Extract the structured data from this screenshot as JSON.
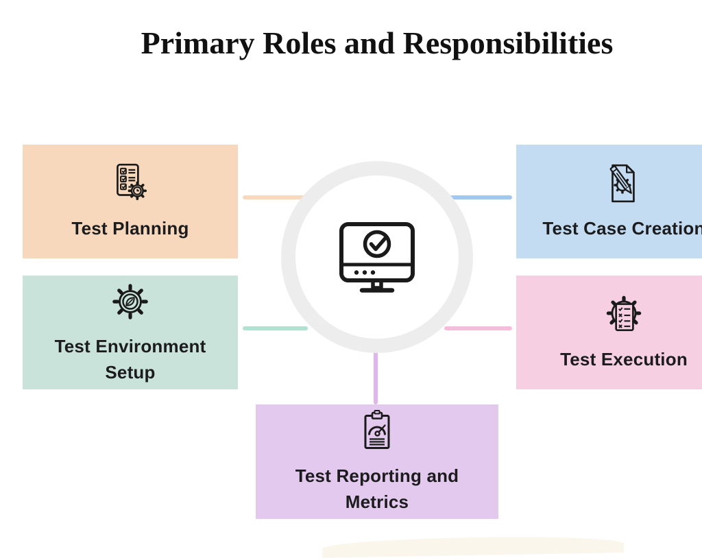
{
  "title": "Primary Roles and Responsibilities",
  "colors": {
    "background": "#ffffff",
    "title_text": "#111111",
    "label_text": "#1c1c1e",
    "icon_stroke": "#1a1a1a",
    "center_ring": "#ededed",
    "center_fill": "#ffffff"
  },
  "center": {
    "icon": "monitor-check-icon"
  },
  "boxes": {
    "test_planning": {
      "label": "Test Planning",
      "color": "#f7d8bd",
      "connector": "#f8d9bd",
      "icon": "checklist-gear-clock-icon"
    },
    "test_case_creation": {
      "label": "Test Case Creation",
      "color": "#c4dcf2",
      "connector": "#a3c8ef",
      "icon": "document-gear-pencil-icon"
    },
    "test_environment_setup": {
      "label": "Test Environment Setup",
      "color": "#c9e3da",
      "connector": "#b2e0d1",
      "icon": "gear-compass-icon"
    },
    "test_execution": {
      "label": "Test Execution",
      "color": "#f6cfe3",
      "connector": "#f6bcdb",
      "icon": "gear-checklist-icon"
    },
    "test_reporting_metrics": {
      "label": "Test Reporting and Metrics",
      "color": "#e2c9ed",
      "connector": "#dfb5ea",
      "icon": "clipboard-gauge-icon"
    }
  }
}
